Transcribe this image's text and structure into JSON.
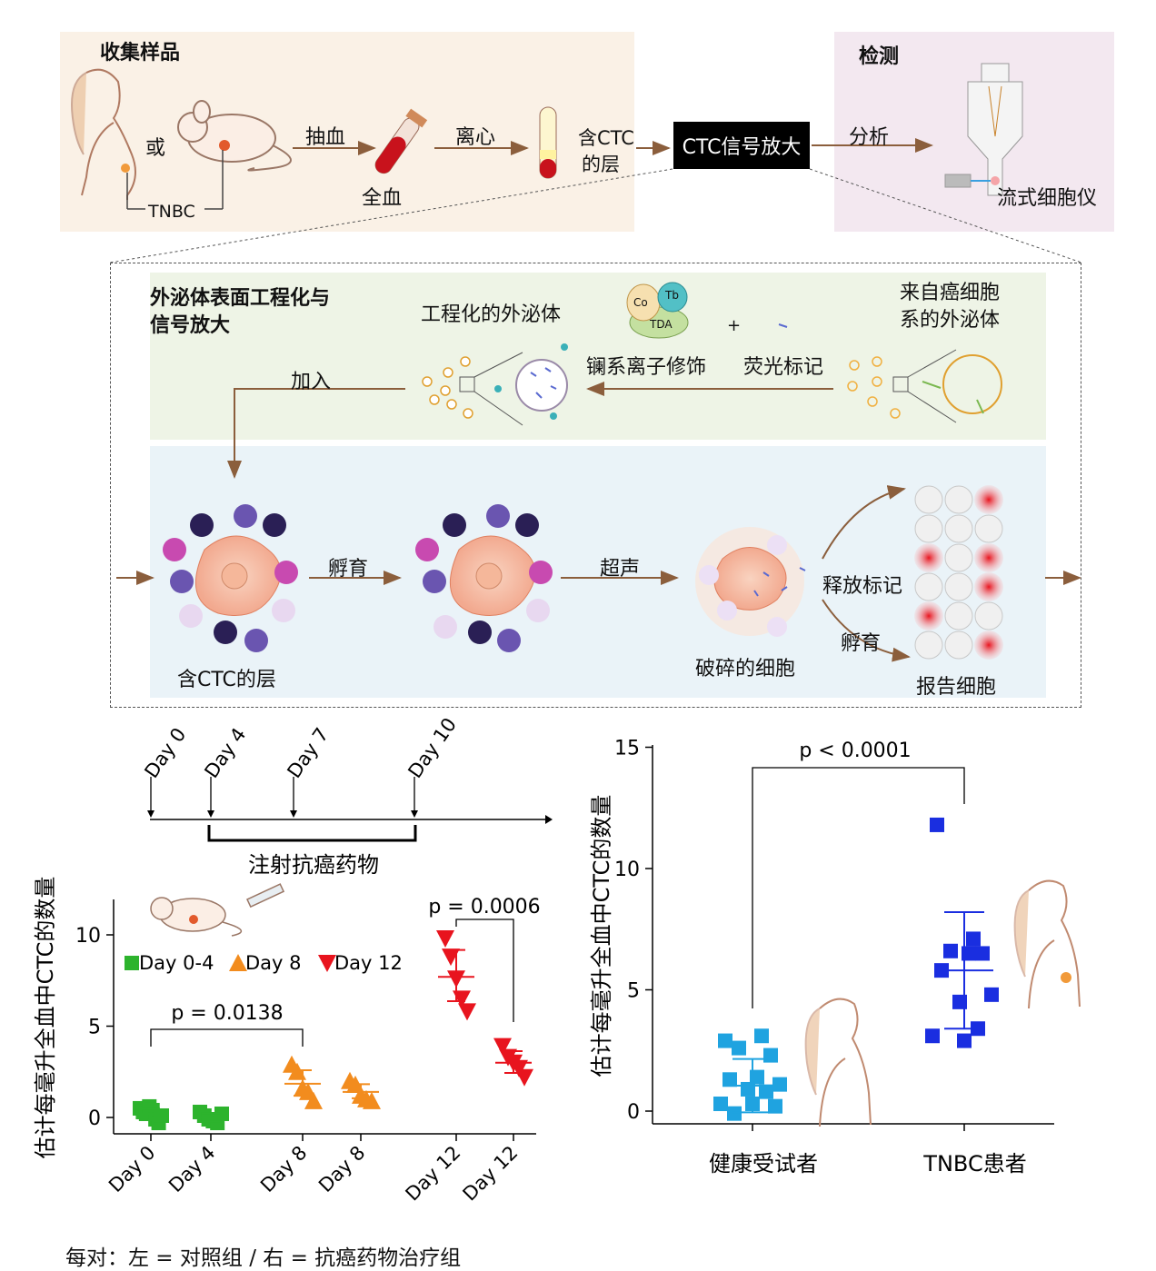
{
  "colors": {
    "collect_bg": "#faf1e6",
    "detect_bg": "#f3e8f0",
    "eng_bg": "#eef4e6",
    "amp_bg": "#eaf3f8",
    "arrow": "#8b5e3c",
    "green": "#2db32d",
    "orange": "#f28c1e",
    "red": "#e8141e",
    "light_blue": "#1fa3e0",
    "blue": "#1a2ee0"
  },
  "workflow": {
    "collect_title": "收集样品",
    "detect_title": "检测",
    "or_label": "或",
    "tnbc_label": "TNBC",
    "draw_blood": "抽血",
    "whole_blood": "全血",
    "centrifuge": "离心",
    "ctc_layer_line1": "含CTC",
    "ctc_layer_line2": "的层",
    "ctc_amp_box": "CTC信号放大",
    "analyze": "分析",
    "flow_cytometer": "流式细胞仪"
  },
  "engineering": {
    "title_line1": "外泌体表面工程化与",
    "title_line2": "信号放大",
    "engineered_exosome": "工程化的外泌体",
    "cancer_exosome_line1": "来自癌细胞",
    "cancer_exosome_line2": "系的外泌体",
    "lanthanide": "镧系离子修饰",
    "fluor": "荧光标记",
    "plus": "+",
    "co_label": "Co",
    "tb_label": "Tb",
    "tda_label": "TDA",
    "add": "加入"
  },
  "amplification": {
    "ctc_layer": "含CTC的层",
    "incubate1": "孵育",
    "ultrasound": "超声",
    "broken_cells": "破碎的细胞",
    "release": "释放标记",
    "incubate2": "孵育",
    "reporter": "报告细胞"
  },
  "timeline": {
    "days": [
      "Day 0",
      "Day 4",
      "Day 7",
      "Day 10"
    ],
    "injection": "注射抗癌药物"
  },
  "chart_data": [
    {
      "type": "scatter",
      "ylabel": "估计每毫升全血中CTC的数量",
      "ylim": [
        -1,
        12
      ],
      "yticks": [
        "0",
        "5",
        "10"
      ],
      "legend": [
        "Day 0-4",
        "Day 8",
        "Day 12"
      ],
      "categories": [
        "Day 0",
        "Day 4",
        "Day 8",
        "Day 8",
        "Day 12",
        "Day 12"
      ],
      "series": [
        {
          "name": "Day 0-4",
          "marker": "square",
          "color": "#2db32d",
          "groups": [
            {
              "category": "Day 0",
              "values": [
                0.5,
                0.3,
                0.2,
                0.6,
                0.4,
                -0.1,
                -0.3,
                0.1
              ],
              "mean": 0.2
            },
            {
              "category": "Day 4",
              "values": [
                0.3,
                0.1,
                -0.1,
                -0.2,
                -0.3,
                0.2
              ],
              "mean": 0.0
            }
          ]
        },
        {
          "name": "Day 8",
          "marker": "triangle-up",
          "color": "#f28c1e",
          "groups": [
            {
              "category": "Day 8",
              "values": [
                2.9,
                2.5,
                1.6,
                1.4,
                0.9
              ],
              "mean": 1.85
            },
            {
              "category": "Day 8",
              "values": [
                2.0,
                1.8,
                1.2,
                1.0,
                0.9
              ],
              "mean": 1.4
            }
          ]
        },
        {
          "name": "Day 12",
          "marker": "triangle-down",
          "color": "#e8141e",
          "groups": [
            {
              "category": "Day 12",
              "values": [
                9.8,
                8.8,
                7.6,
                6.5,
                5.8
              ],
              "mean": 7.7
            },
            {
              "category": "Day 12",
              "values": [
                3.9,
                3.3,
                3.0,
                2.7,
                2.2
              ],
              "mean": 3.0
            }
          ]
        }
      ],
      "annotations": [
        {
          "label": "p = 0.0138",
          "between": [
            "Day 0",
            "Day 8"
          ]
        },
        {
          "label": "p = 0.0006",
          "between": [
            "Day 12",
            "Day 12"
          ]
        }
      ],
      "footnote": "每对：左 = 对照组 / 右 = 抗癌药物治疗组"
    },
    {
      "type": "scatter",
      "ylabel": "估计每毫升全血中CTC的数量",
      "ylim": [
        -0.5,
        15
      ],
      "yticks": [
        "0",
        "5",
        "10",
        "15"
      ],
      "categories": [
        "健康受试者",
        "TNBC患者"
      ],
      "series": [
        {
          "name": "健康受试者",
          "marker": "square",
          "color": "#1fa3e0",
          "values": [
            2.9,
            3.1,
            2.6,
            2.3,
            1.4,
            1.3,
            1.1,
            0.9,
            0.8,
            0.3,
            0.3,
            0.2,
            -0.1
          ],
          "mean": 1.05,
          "sd": 1.1
        },
        {
          "name": "TNBC患者",
          "marker": "square",
          "color": "#1a2ee0",
          "values": [
            11.8,
            7.1,
            6.6,
            6.5,
            6.5,
            5.8,
            4.8,
            4.5,
            3.4,
            3.1,
            2.9
          ],
          "mean": 5.8,
          "sd": 2.4
        }
      ],
      "annotations": [
        {
          "label": "p < 0.0001",
          "between": [
            "健康受试者",
            "TNBC患者"
          ]
        }
      ]
    }
  ]
}
